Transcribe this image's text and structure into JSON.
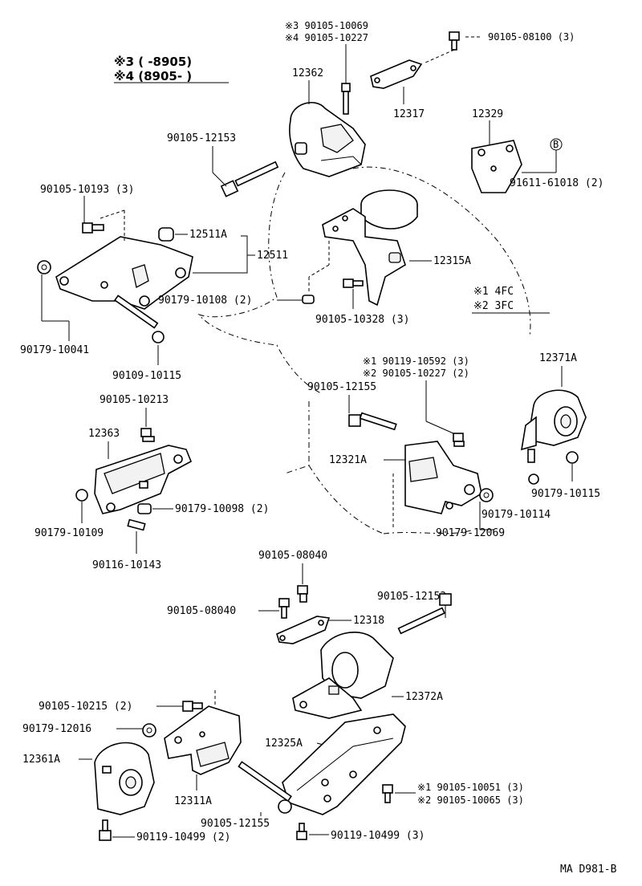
{
  "figure_code": "MA D981-B",
  "notes": {
    "n3": "※3 (      -8905)",
    "n4": "※4 (8905-        )",
    "n1": "※1  4FC",
    "n2": "※2  3FC"
  },
  "labels": {
    "a1": "※3  90105-10069",
    "a2": "※4  90105-10227",
    "a3": "90105-08100 (3)",
    "a4": "12362",
    "a5": "12317",
    "a6": "12329",
    "a7": "90105-12153",
    "a8": "91611-61018 (2)",
    "a9": "90105-10193 (3)",
    "a10": "12511A",
    "a11": "12511",
    "a12": "12315A",
    "a13": "90179-10108 (2)",
    "a14": "90105-10328 (3)",
    "a15": "90179-10041",
    "a16": "90109-10115",
    "a17": "※1  90119-10592 (3)",
    "a18": "※2  90105-10227 (2)",
    "a19": "12371A",
    "a20": "90105-12155",
    "a21": "90105-10213",
    "a22": "12363",
    "a23": "12321A",
    "a24": "90179-10115",
    "a25": "90179-10114",
    "a26": "90179-10098 (2)",
    "a27": "90179-10109",
    "a28": "90179-12069",
    "a29": "90116-10143",
    "a30": "90105-08040",
    "a31": "90105-08040",
    "a32": "12318",
    "a33": "90105-12153",
    "a34": "12372A",
    "a35": "90105-10215 (2)",
    "a36": "90179-12016",
    "a37": "12325A",
    "a38": "12361A",
    "a39": "※1  90105-10051 (3)",
    "a40": "※2  90105-10065 (3)",
    "a41": "12311A",
    "a42": "90105-12155",
    "a43": "90119-10499 (2)",
    "a44": "90119-10499 (3)",
    "callout_b": "B"
  }
}
